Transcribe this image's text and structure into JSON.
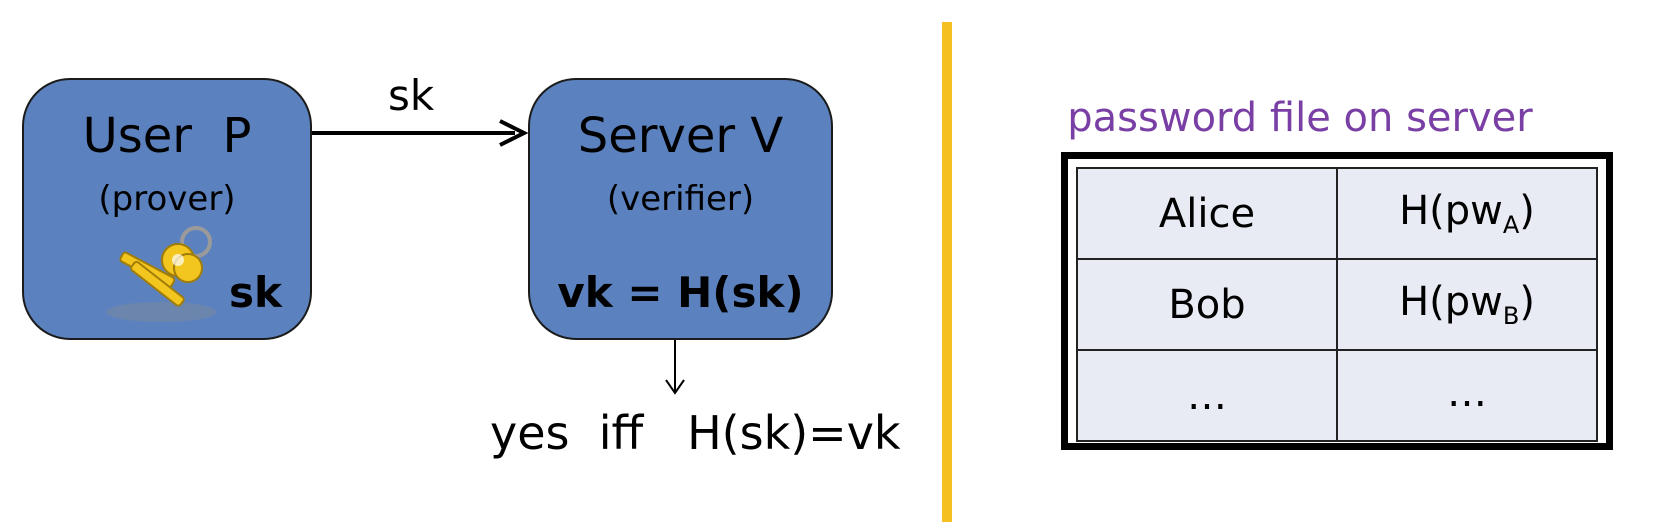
{
  "user": {
    "title": "User  P",
    "subtitle": "(prover)",
    "key_label": "sk"
  },
  "server": {
    "title": "Server V",
    "subtitle": "(verifier)",
    "vk_label": "vk = H(sk)"
  },
  "arrow_label": "sk",
  "verify_label": "yes  iff   H(sk)=vk",
  "password_file": {
    "caption": "password file on server",
    "rows": [
      {
        "name": "Alice",
        "hash": "H(pw",
        "sub": "A",
        "close": ")"
      },
      {
        "name": "Bob",
        "hash": "H(pw",
        "sub": "B",
        "close": ")"
      },
      {
        "name": "…",
        "hash": "…",
        "sub": "",
        "close": ""
      }
    ]
  },
  "colors": {
    "box_fill": "#5b82bf",
    "divider": "#f5c022",
    "caption": "#7a3fa5"
  },
  "icons": {
    "keys": "keys-icon"
  }
}
